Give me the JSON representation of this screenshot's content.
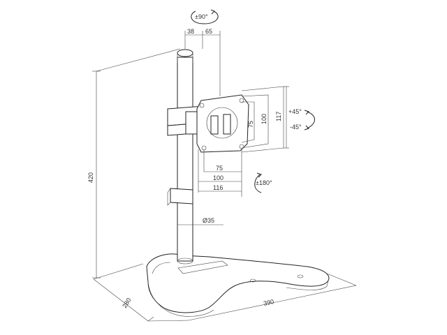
{
  "dimensions": {
    "rotation_top": "±90°",
    "offset_a": "38",
    "offset_b": "65",
    "tilt_up": "+45°",
    "tilt_down": "-45°",
    "vesa_h_75": "75",
    "vesa_h_100": "100",
    "vesa_h_117": "117",
    "vesa_w_75": "75",
    "vesa_w_100": "100",
    "vesa_w_116": "116",
    "swivel": "±180°",
    "pole_diameter": "Ø35",
    "height": "420",
    "depth": "280",
    "width": "390"
  }
}
